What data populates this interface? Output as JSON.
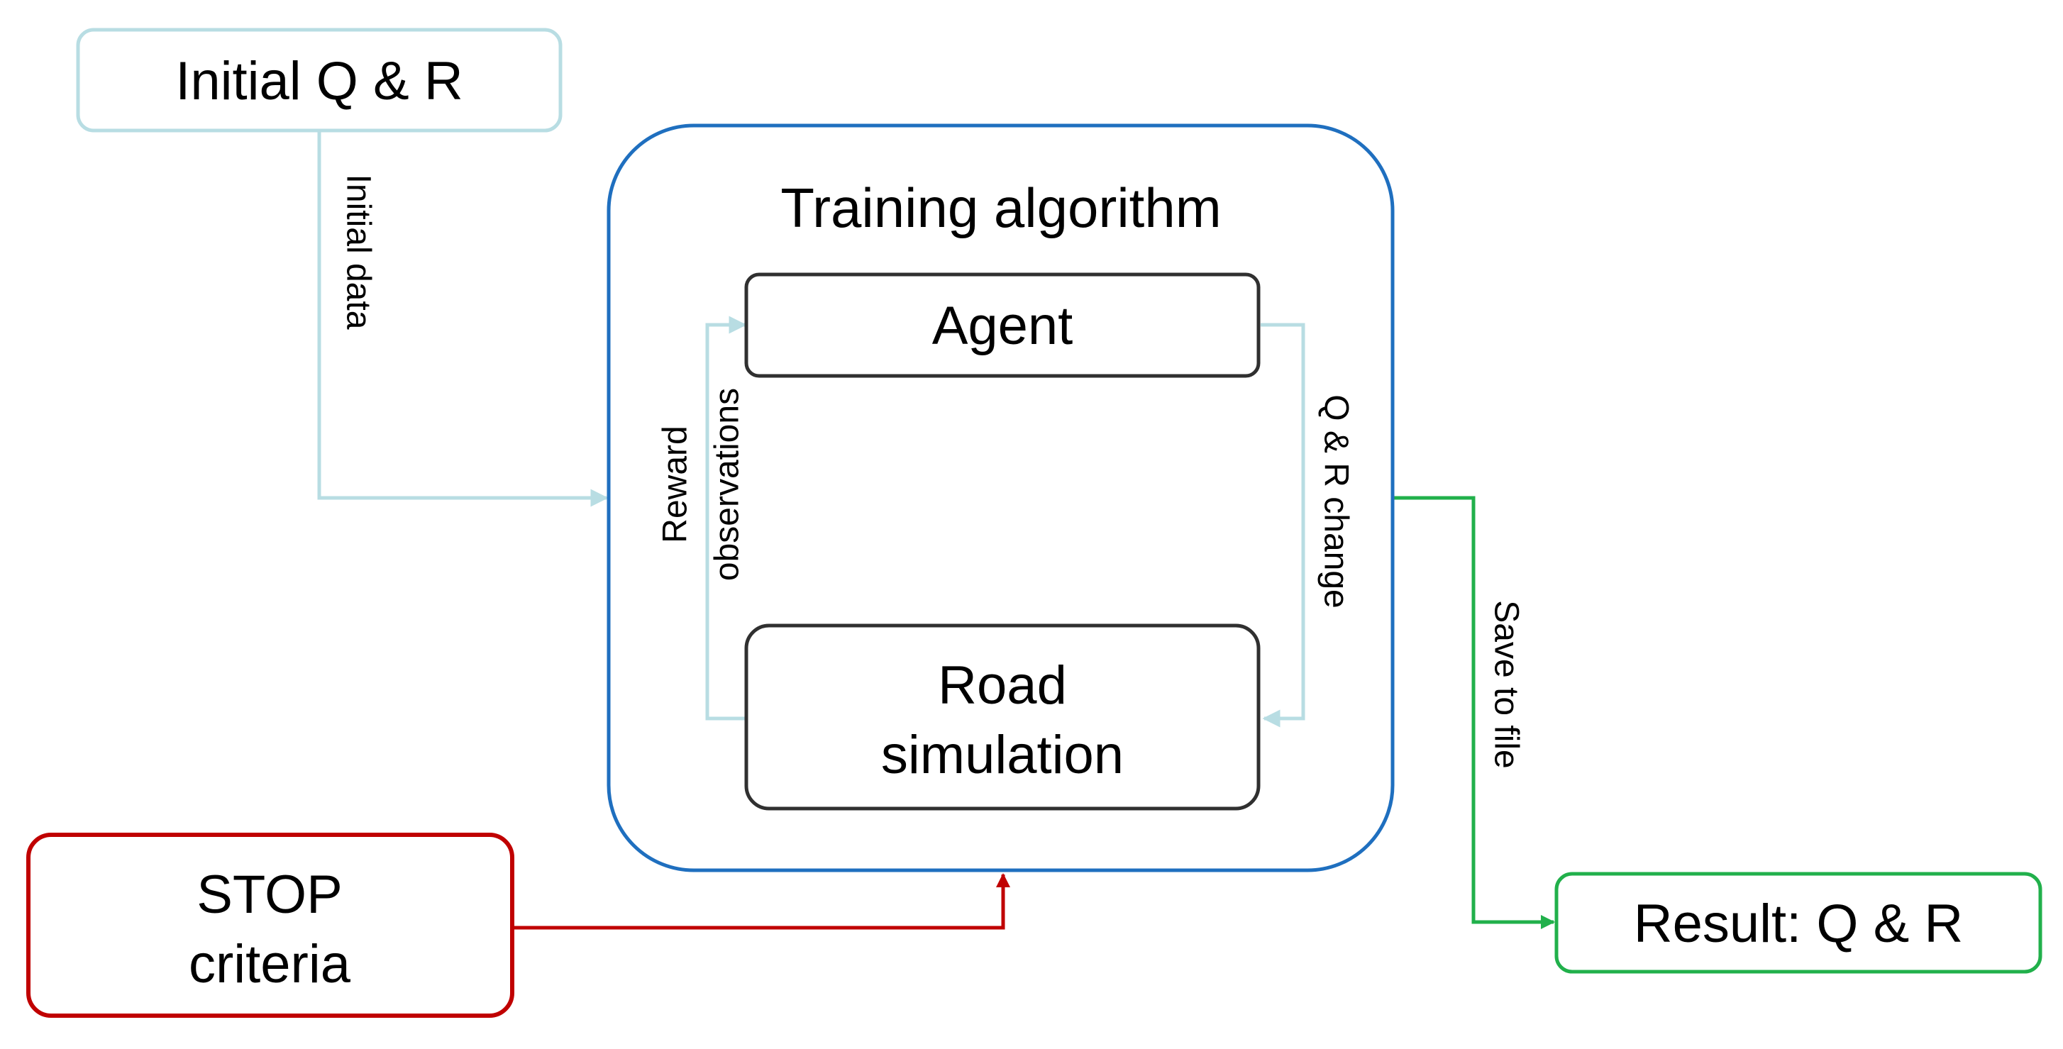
{
  "colors": {
    "light_blue": "#b8dde3",
    "blue": "#1f6fbf",
    "dark": "#303030",
    "red": "#c00000",
    "green": "#21b04b",
    "text": "#000000"
  },
  "nodes": {
    "initial": {
      "label": "Initial Q & R"
    },
    "training": {
      "label": "Training algorithm"
    },
    "agent": {
      "label": "Agent"
    },
    "road": {
      "line1": "Road",
      "line2": "simulation"
    },
    "stop": {
      "line1": "STOP",
      "line2": "criteria"
    },
    "result": {
      "label": "Result: Q & R"
    }
  },
  "edges": {
    "initial_data": "Initial  data",
    "reward_line1": "Reward",
    "reward_line2": "observations",
    "qr_change": "Q & R change",
    "save_to_file": "Save  to file"
  }
}
